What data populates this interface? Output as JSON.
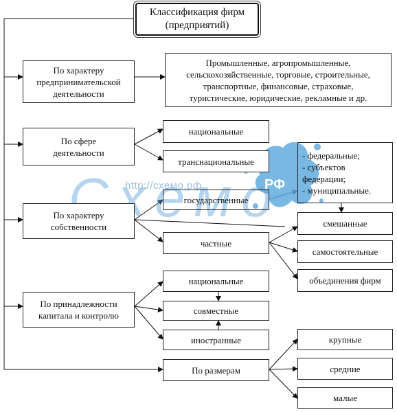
{
  "title": "Классификация фирм\n(предприятий)",
  "categories": [
    {
      "label": "По характеру\nпредпринимательской\nдеятельности"
    },
    {
      "label": "По сфере\nдеятельности"
    },
    {
      "label": "По характеру\nсобственности"
    },
    {
      "label": "По принадлежности\nкапитала и контролю"
    },
    {
      "label": "По размерам"
    }
  ],
  "activity_types": "Промышленные, агропромышленные,\nсельскохозяйственные, торговые, строительные,\nтранспортные, финансовые, страховые,\nтуристические, юридические, рекламные и др.",
  "sphere": [
    "национальные",
    "транснациональные"
  ],
  "ownership": [
    "государственные",
    "частные"
  ],
  "state_levels": "- федеральные;\n- субъектов\nфедерации;\n- муниципальные.",
  "private_forms": [
    "смешанные",
    "самостоятельные",
    "объединения фирм"
  ],
  "capital": [
    "национальные",
    "совместные",
    "иностранные"
  ],
  "sizes": [
    "крупные",
    "средние",
    "малые"
  ],
  "watermark": {
    "url": "http://схемо.рф",
    "logo": "Схемо",
    "badge": "РФ",
    "splash_color": "#5aa8dc"
  }
}
